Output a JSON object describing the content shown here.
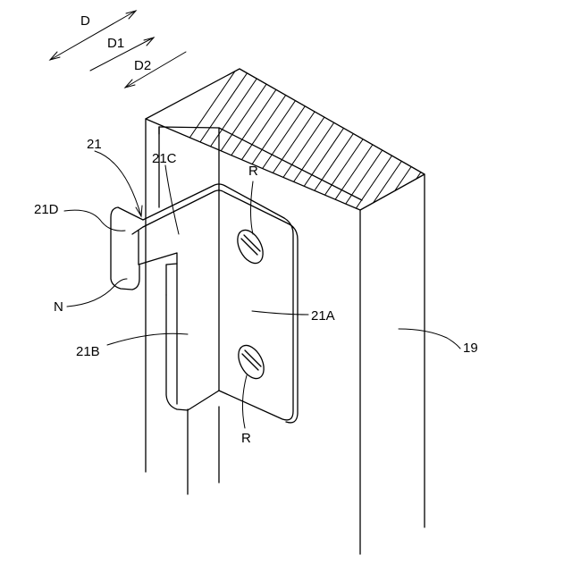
{
  "labels": {
    "direction": "D",
    "direction_1": "D1",
    "direction_2": "D2",
    "bracket": "21",
    "bracket_top": "21C",
    "bracket_tab": "21D",
    "bracket_plate": "21A",
    "bracket_leg": "21B",
    "notch": "N",
    "screw_upper": "R",
    "screw_lower": "R",
    "column": "19"
  }
}
